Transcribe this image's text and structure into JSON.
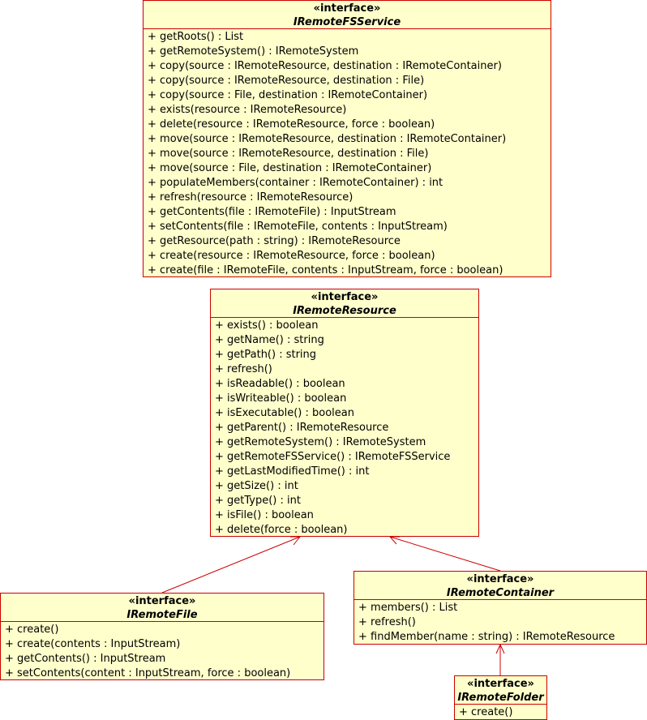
{
  "classes": [
    {
      "id": "remote-fs-service",
      "stereotype": "«interface»",
      "name": "IRemoteFSService",
      "ops": [
        "+ getRoots() : List",
        "+ getRemoteSystem() : IRemoteSystem",
        "+ copy(source : IRemoteResource, destination : IRemoteContainer)",
        "+ copy(source : IRemoteResource, destination : File)",
        "+ copy(source : File, destination : IRemoteContainer)",
        "+ exists(resource : IRemoteResource)",
        "+ delete(resource : IRemoteResource, force : boolean)",
        "+ move(source : IRemoteResource, destination : IRemoteContainer)",
        "+ move(source : IRemoteResource, destination : File)",
        "+ move(source : File, destination : IRemoteContainer)",
        "+ populateMembers(container : IRemoteContainer) : int",
        "+ refresh(resource : IRemoteResource)",
        "+ getContents(file : IRemoteFile) : InputStream",
        "+ setContents(file : IRemoteFile, contents : InputStream)",
        "+ getResource(path : string) : IRemoteResource",
        "+ create(resource : IRemoteResource, force : boolean)",
        "+ create(file : IRemoteFile, contents : InputStream, force : boolean)"
      ]
    },
    {
      "id": "remote-resource",
      "stereotype": "«interface»",
      "name": "IRemoteResource",
      "ops": [
        "+ exists() : boolean",
        "+ getName() : string",
        "+ getPath() : string",
        "+ refresh()",
        "+ isReadable() : boolean",
        "+ isWriteable() : boolean",
        "+ isExecutable() : boolean",
        "+ getParent() : IRemoteResource",
        "+ getRemoteSystem() : IRemoteSystem",
        "+ getRemoteFSService() : IRemoteFSService",
        "+ getLastModifiedTime() : int",
        "+ getSize() : int",
        "+ getType() : int",
        "+ isFile() : boolean",
        "+ delete(force : boolean)"
      ]
    },
    {
      "id": "remote-file",
      "stereotype": "«interface»",
      "name": "IRemoteFile",
      "ops": [
        "+ create()",
        "+ create(contents : InputStream)",
        "+ getContents() : InputStream",
        "+ setContents(content : InputStream, force : boolean)"
      ]
    },
    {
      "id": "remote-container",
      "stereotype": "«interface»",
      "name": "IRemoteContainer",
      "ops": [
        "+ members() : List",
        "+ refresh()",
        "+ findMember(name : string) : IRemoteResource"
      ]
    },
    {
      "id": "remote-folder",
      "stereotype": "«interface»",
      "name": "IRemoteFolder",
      "ops": [
        "+ create()"
      ]
    }
  ],
  "colors": {
    "fill": "#ffffcc",
    "border": "#cc0000",
    "edge": "#cc0000"
  }
}
